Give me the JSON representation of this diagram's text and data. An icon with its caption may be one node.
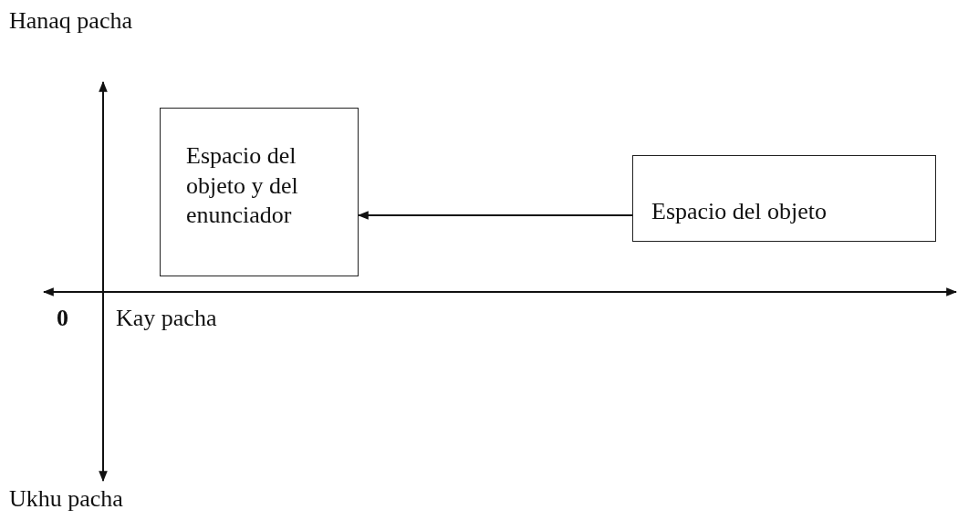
{
  "diagram": {
    "nodes": [
      {
        "text": [
          "Espacio del objeto y del enunciador"
        ]
      },
      {
        "text": [
          "Espacio del objeto"
        ]
      }
    ],
    "edges": [
      {
        "from": 1,
        "to": 0,
        "arrow": "to"
      }
    ],
    "labels": [
      "Hanaq pacha",
      "0",
      "Kay pacha",
      "Ukhu pacha"
    ]
  }
}
